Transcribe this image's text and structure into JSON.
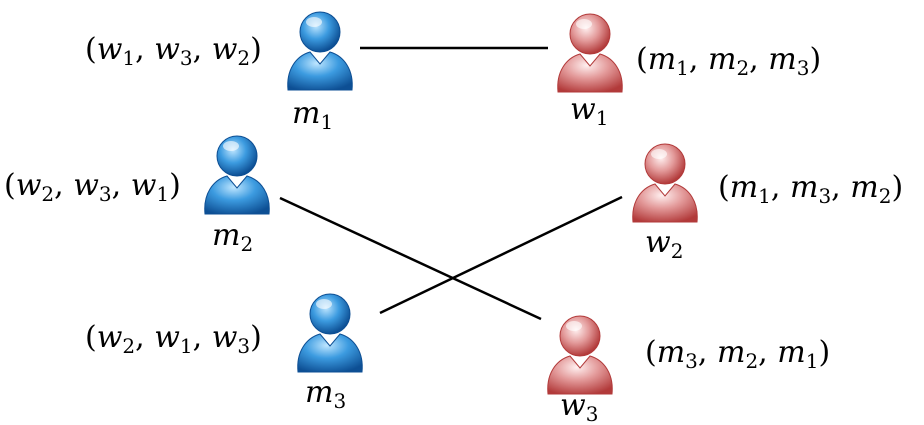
{
  "people": [
    {
      "id": "m1",
      "letter": "m",
      "index": "1",
      "gender": "man",
      "prefs": [
        [
          "w",
          "1"
        ],
        [
          "w",
          "3"
        ],
        [
          "w",
          "2"
        ]
      ]
    },
    {
      "id": "m2",
      "letter": "m",
      "index": "2",
      "gender": "man",
      "prefs": [
        [
          "w",
          "2"
        ],
        [
          "w",
          "3"
        ],
        [
          "w",
          "1"
        ]
      ]
    },
    {
      "id": "m3",
      "letter": "m",
      "index": "3",
      "gender": "man",
      "prefs": [
        [
          "w",
          "2"
        ],
        [
          "w",
          "1"
        ],
        [
          "w",
          "3"
        ]
      ]
    },
    {
      "id": "w1",
      "letter": "w",
      "index": "1",
      "gender": "woman",
      "prefs": [
        [
          "m",
          "1"
        ],
        [
          "m",
          "2"
        ],
        [
          "m",
          "3"
        ]
      ]
    },
    {
      "id": "w2",
      "letter": "w",
      "index": "2",
      "gender": "woman",
      "prefs": [
        [
          "m",
          "1"
        ],
        [
          "m",
          "3"
        ],
        [
          "m",
          "2"
        ]
      ]
    },
    {
      "id": "w3",
      "letter": "w",
      "index": "3",
      "gender": "woman",
      "prefs": [
        [
          "m",
          "3"
        ],
        [
          "m",
          "2"
        ],
        [
          "m",
          "1"
        ]
      ]
    }
  ],
  "matching": [
    [
      "m1",
      "w1"
    ],
    [
      "m2",
      "w3"
    ],
    [
      "m3",
      "w2"
    ]
  ],
  "colors": {
    "man": "#2f86cf",
    "woman": "#d46a6a",
    "line": "#000000"
  }
}
